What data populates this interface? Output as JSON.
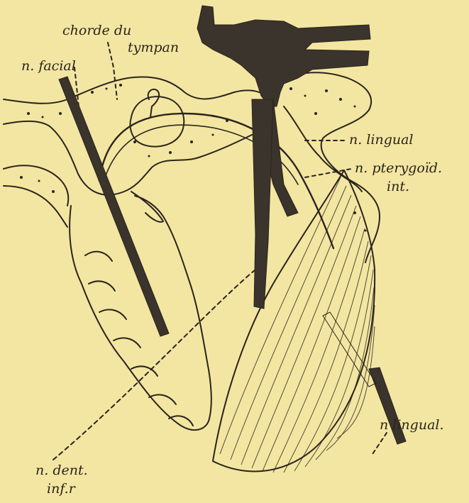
{
  "labels": {
    "chorde_du": "chorde du",
    "tympan": "tympan",
    "n_facial": "n. facial",
    "n_lingual_top": "n. lingual",
    "n_pterygoid": "n. pterygoïd.",
    "int": "int.",
    "n_dent": "n. dent.",
    "inf": "inf.r",
    "n_lingual_bottom": "n lingual."
  },
  "colors": {
    "background": "#f3e6a2",
    "ink": "#2a241c",
    "dark_structure": "#3a342c"
  }
}
